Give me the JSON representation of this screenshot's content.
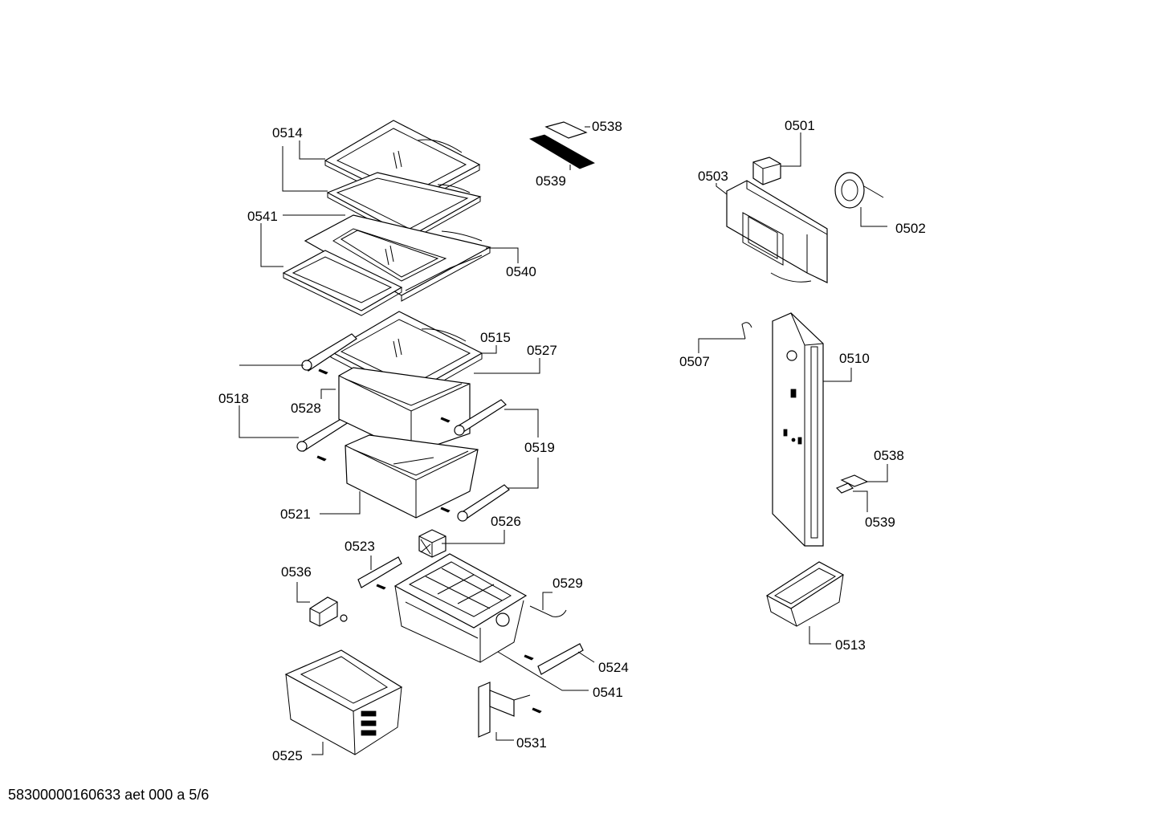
{
  "labels": {
    "l0514": "0514",
    "l0541a": "0541",
    "l0538a": "0538",
    "l0539a": "0539",
    "l0540": "0540",
    "l0515": "0515",
    "l0527": "0527",
    "l0518": "0518",
    "l0528": "0528",
    "l0519": "0519",
    "l0521": "0521",
    "l0526": "0526",
    "l0523": "0523",
    "l0536": "0536",
    "l0529": "0529",
    "l0524": "0524",
    "l0541b": "0541",
    "l0531": "0531",
    "l0525": "0525",
    "l0501": "0501",
    "l0503": "0503",
    "l0502": "0502",
    "l0507": "0507",
    "l0510": "0510",
    "l0538b": "0538",
    "l0539b": "0539",
    "l0513": "0513"
  },
  "footer": "58300000160633 aet 000 a 5/6"
}
